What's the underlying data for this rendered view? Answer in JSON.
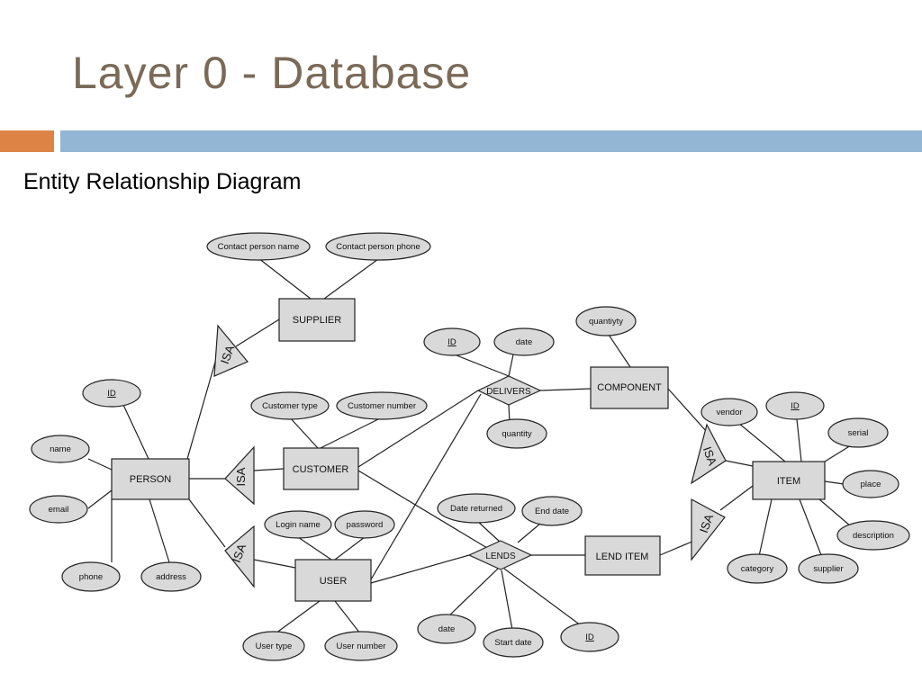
{
  "title": "Layer 0 - Database",
  "subtitle": "Entity Relationship Diagram",
  "colors": {
    "title": "#7b6a58",
    "accent_orange": "#dd8346",
    "accent_blue": "#93b6d5",
    "shape_fill": "#d9d9d9"
  },
  "entities": {
    "supplier": "SUPPLIER",
    "person": "PERSON",
    "customer": "CUSTOMER",
    "user": "USER",
    "component": "COMPONENT",
    "item": "ITEM",
    "lend_item": "LEND ITEM"
  },
  "relationships": {
    "delivers": "DELIVERS",
    "lends": "LENDS"
  },
  "isa": "ISA",
  "attributes": {
    "contact_person_name": "Contact person name",
    "contact_person_phone": "Contact person phone",
    "person_id": "ID",
    "name": "name",
    "email": "email",
    "phone": "phone",
    "address": "address",
    "customer_type": "Customer type",
    "customer_number": "Customer number",
    "login_name": "Login name",
    "password": "password",
    "user_type": "User type",
    "user_number": "User number",
    "delivers_id": "ID",
    "delivers_date": "date",
    "delivers_quantity": "quantity",
    "quantity_component": "quantiyty",
    "date_returned": "Date returned",
    "end_date": "End date",
    "lends_date": "date",
    "start_date": "Start date",
    "lends_id": "ID",
    "vendor": "vendor",
    "item_id": "ID",
    "serial": "serial",
    "place": "place",
    "description": "description",
    "category": "category",
    "supplier": "supplier"
  }
}
